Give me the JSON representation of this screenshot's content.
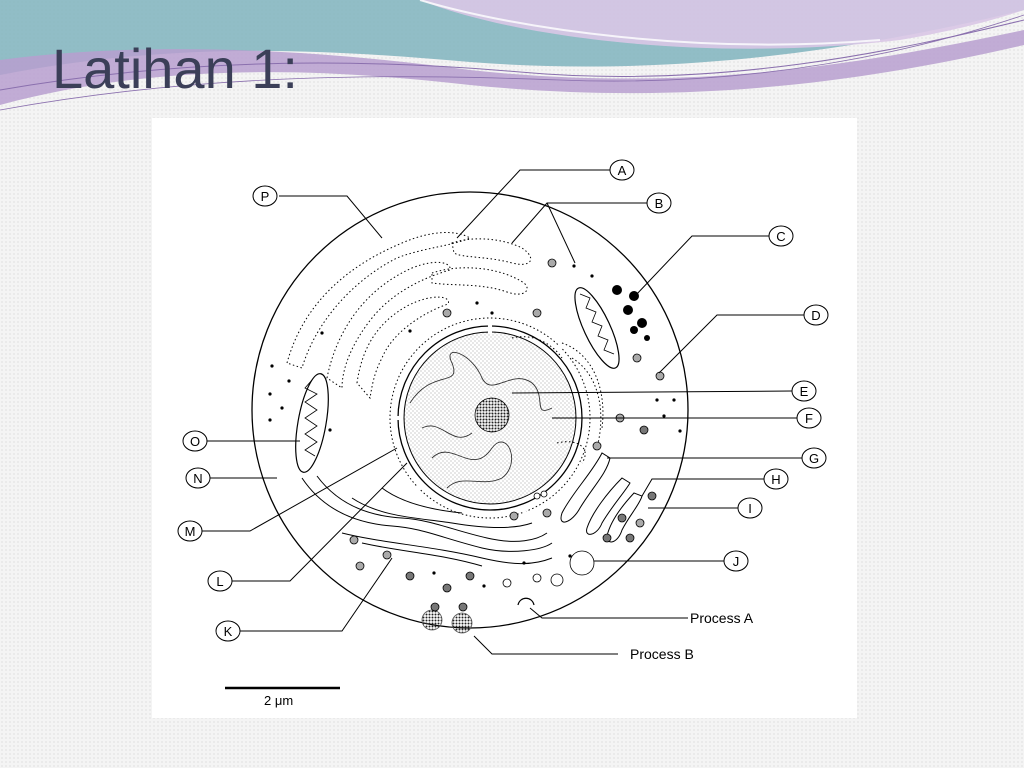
{
  "slide": {
    "title": "Latihan 1:"
  },
  "diagram": {
    "labels": [
      "A",
      "B",
      "C",
      "D",
      "E",
      "F",
      "G",
      "H",
      "I",
      "J",
      "K",
      "L",
      "M",
      "N",
      "O",
      "P"
    ],
    "process_a": "Process A",
    "process_b": "Process B",
    "scale_bar": "2 μm"
  },
  "colors": {
    "title_text": "#3b3f58",
    "header_purple": "#b79fcf",
    "header_teal": "#7fb3bd",
    "header_lavender": "#d9c6e6"
  }
}
